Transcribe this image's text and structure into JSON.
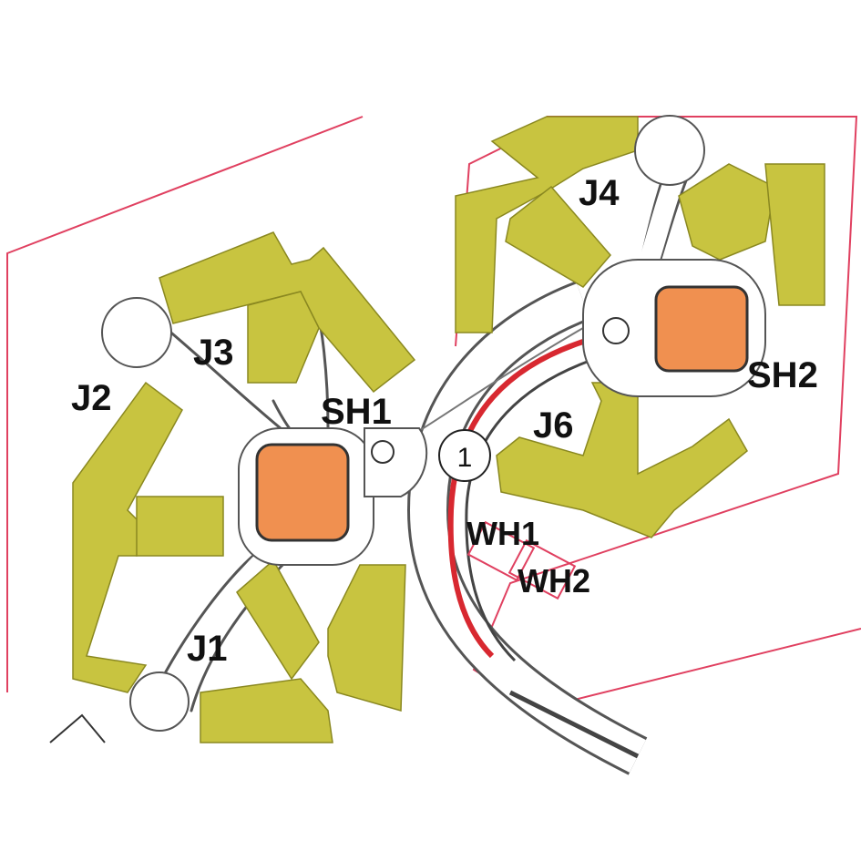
{
  "labels": {
    "j1": "J1",
    "j2": "J2",
    "j3": "J3",
    "j4": "J4",
    "j6": "J6",
    "sh1": "SH1",
    "sh2": "SH2",
    "wh1": "WH1",
    "wh2": "WH2",
    "marker": "1"
  },
  "colors": {
    "building": "#c8c440",
    "core": "#f09050",
    "boundary": "#e04060",
    "route": "#d82830",
    "path": "#555555"
  }
}
